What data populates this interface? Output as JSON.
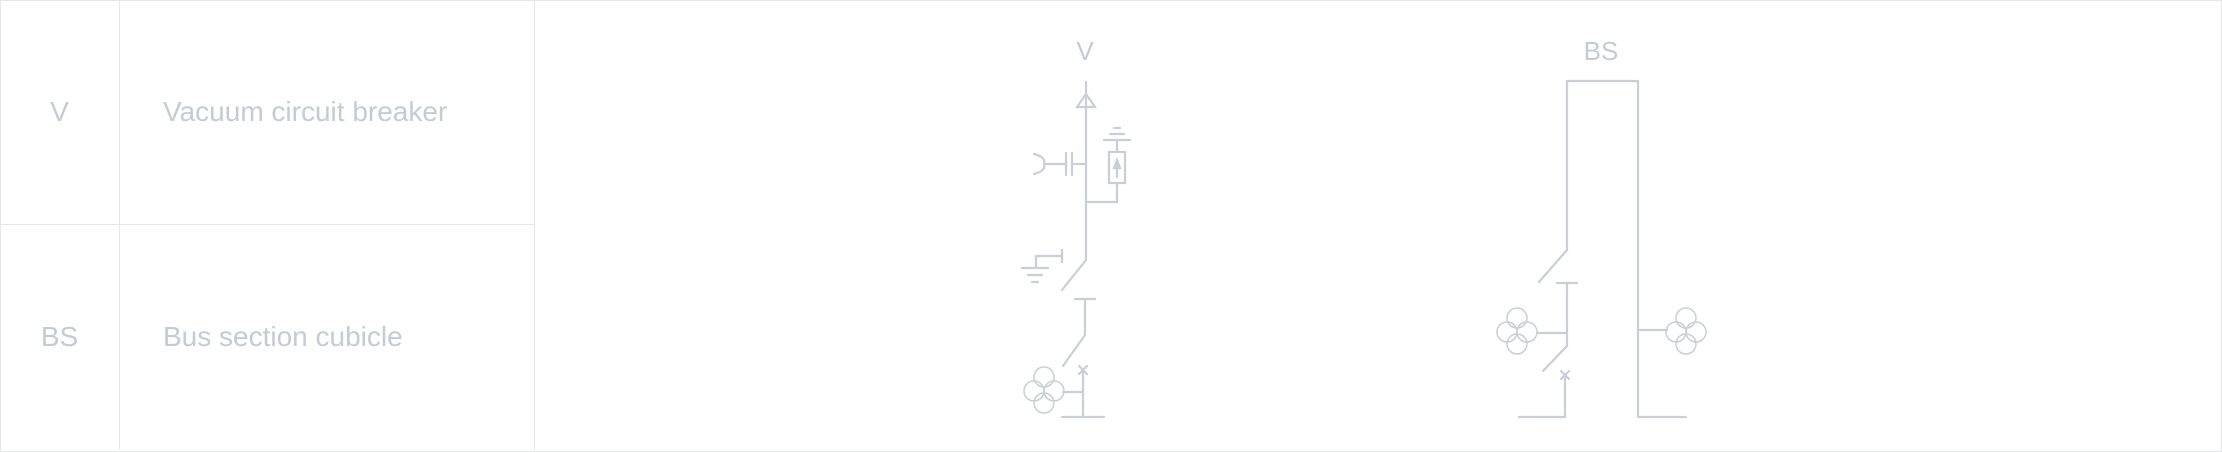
{
  "legend": {
    "rows": [
      {
        "code": "V",
        "description": "Vacuum circuit breaker"
      },
      {
        "code": "BS",
        "description": "Bus section cubicle"
      }
    ]
  },
  "diagram": {
    "labels": {
      "v": "V",
      "bs": "BS"
    },
    "line_color": "#c9ced8"
  }
}
